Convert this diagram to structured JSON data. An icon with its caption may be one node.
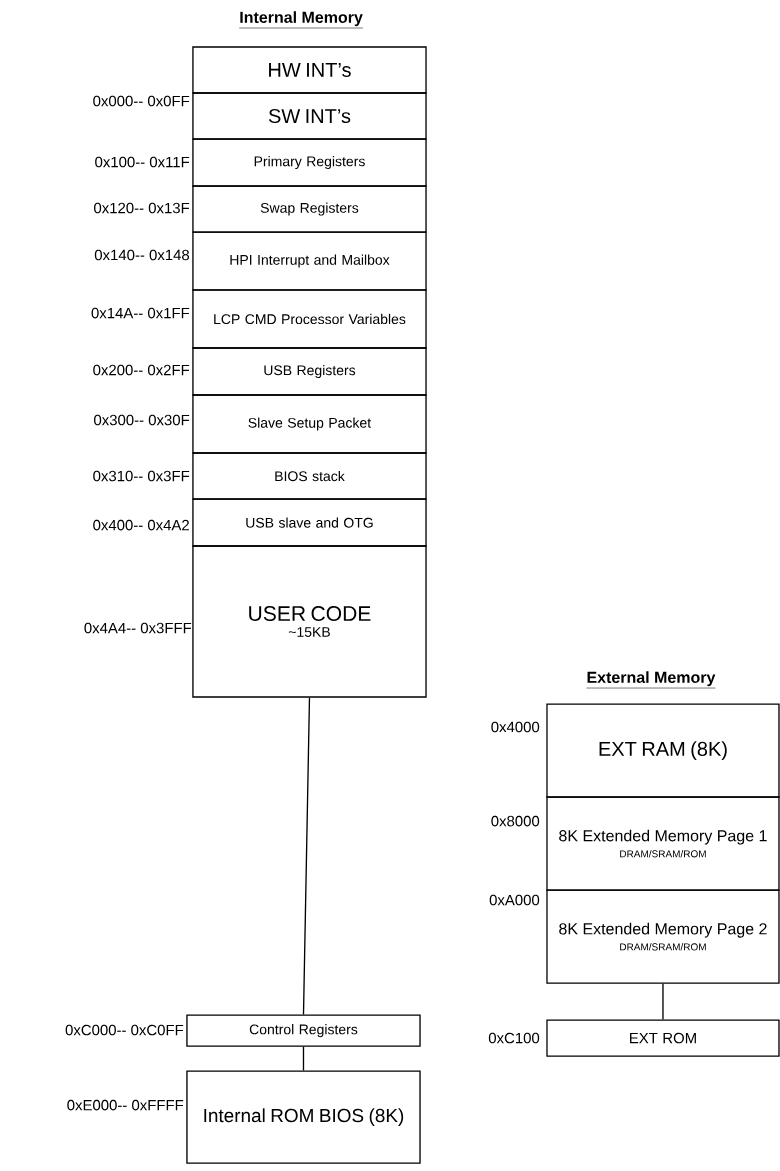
{
  "diagram": {
    "nodes": [
      {
        "text": [
          "HW INT’s"
        ],
        "beside": [
          "0x000-- 0x0FF"
        ]
      },
      {
        "text": [
          "SW INT’s"
        ]
      },
      {
        "text": [
          "Primary Registers"
        ],
        "beside": [
          "0x100-- 0x11F"
        ]
      },
      {
        "text": [
          "Swap Registers"
        ],
        "beside": [
          "0x120-- 0x13F"
        ]
      },
      {
        "text": [
          "HPI Interrupt and Mailbox"
        ],
        "beside": [
          "0x140-- 0x148"
        ]
      },
      {
        "text": [
          "LCP CMD Processor Variables"
        ],
        "beside": [
          "0x14A-- 0x1FF"
        ]
      },
      {
        "text": [
          "USB Registers"
        ],
        "beside": [
          "0x200-- 0x2FF"
        ]
      },
      {
        "text": [
          "Slave Setup Packet"
        ],
        "beside": [
          "0x300-- 0x30F"
        ]
      },
      {
        "text": [
          "BIOS stack"
        ],
        "beside": [
          "0x310-- 0x3FF"
        ]
      },
      {
        "text": [
          "USB slave and OTG"
        ],
        "beside": [
          "0x400-- 0x4A2"
        ]
      },
      {
        "text": [
          "USER CODE",
          "~15KB"
        ],
        "beside": [
          "0x4A4-- 0x3FFF"
        ]
      },
      {
        "text": [
          "Control Registers"
        ],
        "beside": [
          "0xC000-- 0xC0FF"
        ]
      },
      {
        "text": [
          "Internal ROM BIOS (8K)"
        ],
        "beside": [
          "0xE000-- 0xFFFF"
        ]
      },
      {
        "text": [
          "EXT RAM (8K)"
        ],
        "beside": [
          "0x4000"
        ]
      },
      {
        "text": [
          "8K Extended Memory Page 1",
          "DRAM/SRAM/ROM"
        ],
        "beside": [
          "0x8000"
        ]
      },
      {
        "text": [
          "8K Extended Memory Page 2",
          "DRAM/SRAM/ROM"
        ],
        "beside": [
          "0xA000"
        ]
      },
      {
        "text": [
          "EXT ROM"
        ],
        "beside": [
          "0xC100"
        ]
      }
    ],
    "edges": [
      {
        "from": 10,
        "to": 11,
        "arrow": "none"
      },
      {
        "from": 11,
        "to": 12,
        "arrow": "none"
      },
      {
        "from": 15,
        "to": 16,
        "arrow": "none"
      }
    ],
    "labels": [
      "Internal Memory",
      "External Memory"
    ]
  }
}
